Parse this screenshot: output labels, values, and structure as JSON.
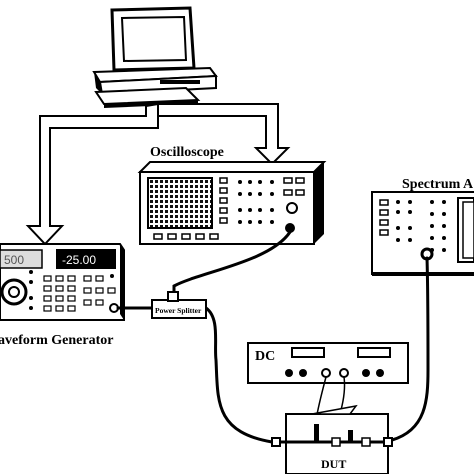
{
  "labels": {
    "oscilloscope": "Oscilloscope",
    "spectrum_analyzer": "Spectrum A",
    "waveform_generator": "aveform Generator",
    "power_splitter": "Power Splitter",
    "dc_supply": "DC",
    "dut": "DUT"
  },
  "waveform_generator": {
    "display_left": "500",
    "display_right": "-25.00"
  }
}
